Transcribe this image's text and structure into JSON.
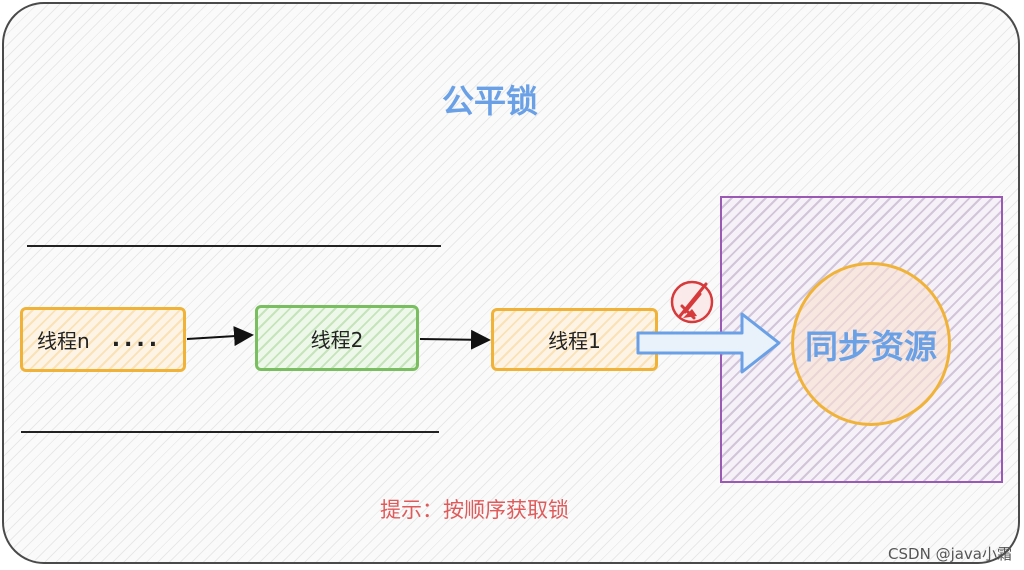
{
  "diagram": {
    "title": "公平锁",
    "threads": [
      {
        "label": "线程n",
        "extra": "...."
      },
      {
        "label": "线程2"
      },
      {
        "label": "线程1"
      }
    ],
    "resource_label": "同步资源",
    "hint": "提示：按顺序获取锁",
    "watermark": "CSDN @java小霜",
    "colors": {
      "title": "#6aa0e6",
      "thread_border": "#f0b338",
      "thread2_border": "#79bf5f",
      "resource_border": "#9b59b6",
      "hint": "#e05a5a"
    }
  }
}
